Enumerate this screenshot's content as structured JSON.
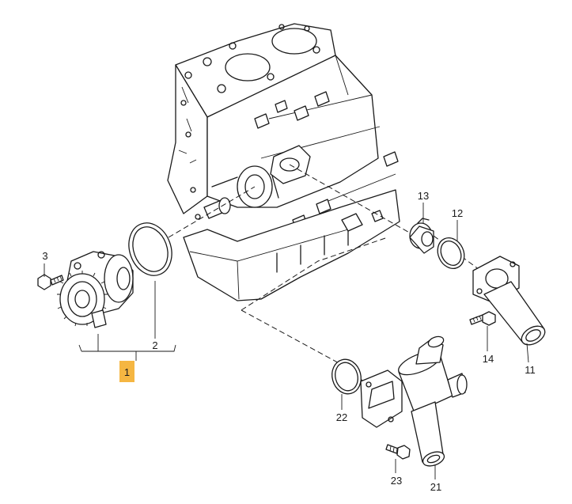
{
  "highlight_color": "#f5b642",
  "callouts": {
    "c1": "1",
    "c2": "2",
    "c3": "3",
    "c11": "11",
    "c12": "12",
    "c13": "13",
    "c14": "14",
    "c21": "21",
    "c22": "22",
    "c23": "23"
  },
  "highlighted_callout": "1"
}
